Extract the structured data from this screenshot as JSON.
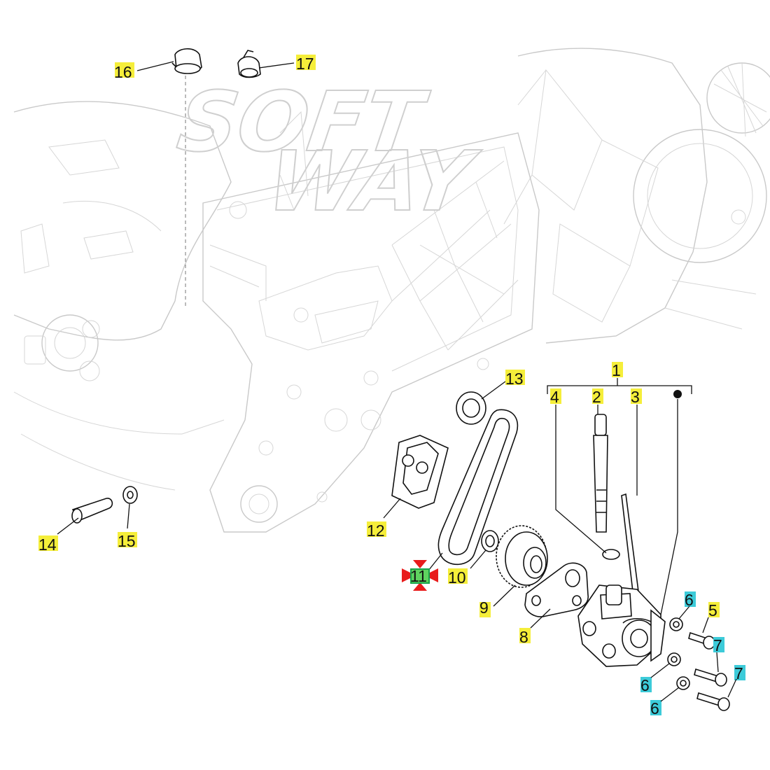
{
  "watermark": {
    "line1": "SOFT",
    "line2": "WAY"
  },
  "colors": {
    "highlight_yellow": "#f5ee3a",
    "highlight_cyan": "#3ccbd9",
    "selected_green": "#17a34a",
    "selected_marker_red": "#e81c1c",
    "line": "#111111",
    "ghost": "#c9c9c9"
  },
  "callouts": {
    "c1": {
      "number": "1",
      "highlight": "yellow"
    },
    "c2": {
      "number": "2",
      "highlight": "yellow"
    },
    "c3": {
      "number": "3",
      "highlight": "yellow"
    },
    "c4": {
      "number": "4",
      "highlight": "yellow"
    },
    "c5": {
      "number": "5",
      "highlight": "yellow"
    },
    "c6a": {
      "number": "6",
      "highlight": "cyan"
    },
    "c6b": {
      "number": "6",
      "highlight": "cyan"
    },
    "c6c": {
      "number": "6",
      "highlight": "cyan"
    },
    "c7a": {
      "number": "7",
      "highlight": "cyan"
    },
    "c7b": {
      "number": "7",
      "highlight": "cyan"
    },
    "c8": {
      "number": "8",
      "highlight": "yellow"
    },
    "c9": {
      "number": "9",
      "highlight": "yellow"
    },
    "c10": {
      "number": "10",
      "highlight": "yellow"
    },
    "c11": {
      "number": "11",
      "highlight": "green",
      "selected": true
    },
    "c12": {
      "number": "12",
      "highlight": "yellow"
    },
    "c13": {
      "number": "13",
      "highlight": "yellow"
    },
    "c14": {
      "number": "14",
      "highlight": "yellow"
    },
    "c15": {
      "number": "15",
      "highlight": "yellow"
    },
    "c16": {
      "number": "16",
      "highlight": "yellow"
    },
    "c17": {
      "number": "17",
      "highlight": "yellow"
    }
  }
}
